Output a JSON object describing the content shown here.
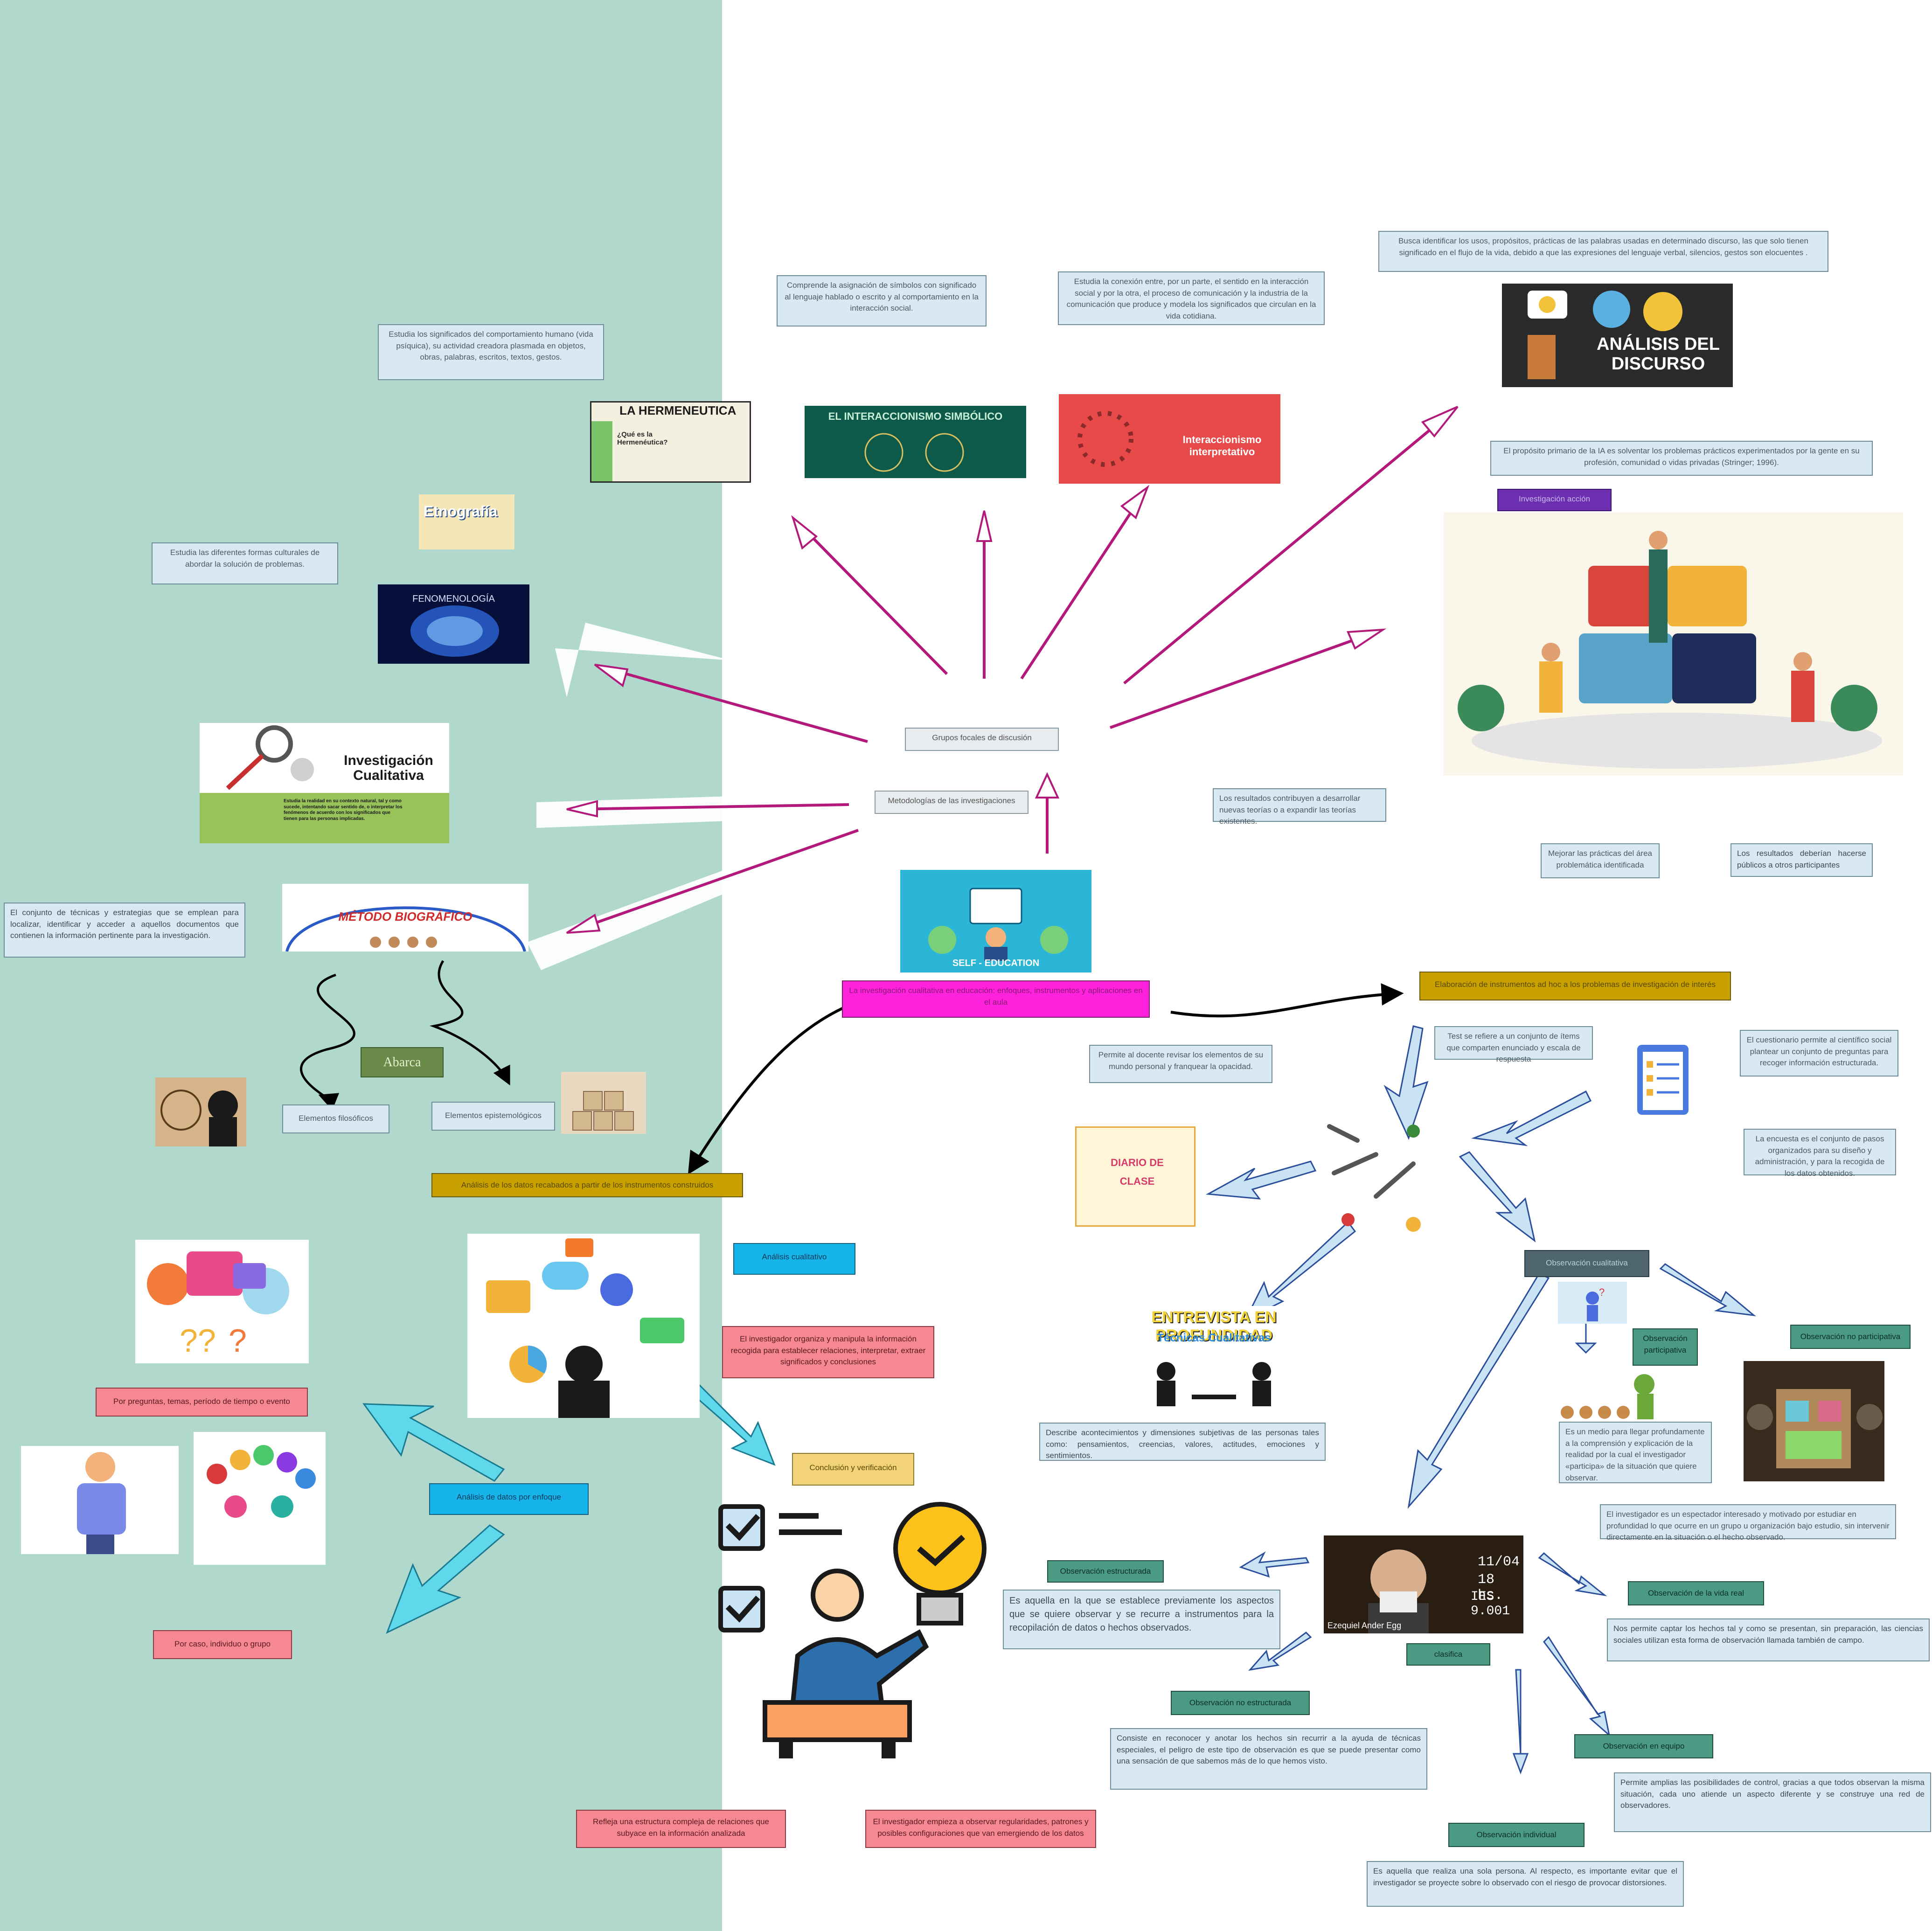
{
  "title": "La investigación cualitativa en educación: enfoques, instrumentos y aplicaciones en el aula",
  "hub": {
    "grupos_focales": "Grupos focales de discusión",
    "metodologias": "Metodologías de las investigaciones",
    "abarca": "Abarca",
    "elementos_filosoficos": "Elementos filosóficos",
    "elementos_epistemologicos": "Elementos epistemológicos",
    "self_education": "SELF - EDUCATION"
  },
  "methods": {
    "hermeneutica_desc": "Estudia los significados del comportamiento humano (vida psíquica), su actividad creadora plasmada en objetos, obras, palabras, escritos, textos, gestos.",
    "hermeneutica_img_title": "LA HERMENEUTICA",
    "hermeneutica_img_sub": "¿Qué es la Hermenéutica?",
    "interaccionismo_simbolico_desc": "Comprende la asignación de símbolos con significado al lenguaje hablado o escrito y al comportamiento en la interacción social.",
    "interaccionismo_simbolico_img": "EL INTERACCIONISMO SIMBÓLICO",
    "interaccionismo_interpretativo_desc": "Estudia la conexión entre, por un parte, el sentido en la interacción social y por la otra, el proceso de comunicación y la industria de la comunicación que produce y modela los significados que circulan en la vida cotidiana.",
    "interaccionismo_interpretativo_img": "Interaccionismo interpretativo",
    "analisis_discurso_desc": "Busca identificar los usos, propósitos, prácticas de las palabras usadas en determinado discurso, las que solo tienen significado en el flujo de la vida, debido a que las expresiones del lenguaje verbal, silencios, gestos son elocuentes .",
    "analisis_discurso_img": "ANÁLISIS DEL DISCURSO",
    "ia_desc": "El propósito primario de la IA es solventar los problemas prácticos experimentados por la gente en su profesión, comunidad o vidas privadas (Stringer; 1996).",
    "investigacion_accion": "Investigación acción",
    "etnografia_img": "Etnografía",
    "etnografia_desc": "Estudia las diferentes formas culturales de abordar la solución de problemas.",
    "fenomenologia_img": "FENOMENOLOGÍA",
    "iq_img_title": "Investigación Cualitativa",
    "iq_img_text": "Estudia la realidad en su contexto natural, tal y como sucede, intentando sacar sentido de, o interpretar los fenómenos de acuerdo con los significados que tienen para las personas implicadas.",
    "metodo_biografico_img": "MÉTODO BIOGRÁFICO",
    "metodologia_desc": "El conjunto de técnicas y estrategias que se emplean para localizar, identificar y acceder a aquellos documentos que contienen la información pertinente para la investigación.",
    "resultados_desc": "Los resultados contribuyen a desarrollar nuevas teorías o a expandir las teorías existentes.",
    "mejorar_practicas": "Mejorar las prácticas del área problemática identificada",
    "resultados_publicos": "Los resultados deberían hacerse públicos a otros participantes"
  },
  "instrumentos": {
    "title": "Elaboración de instrumentos ad hoc a los problemas de investigación de interés",
    "test": "Test se refiere a un conjunto de ítems que comparten enunciado y escala de respuesta",
    "cuestionario": "El cuestionario permite al científico social plantear un conjunto de preguntas para recoger información estructurada.",
    "encuesta": "La encuesta es el conjunto de pasos organizados para su diseño y administración, y para la recogida de los datos obtenidos.",
    "diario_desc": "Permite al docente revisar los elementos de su mundo personal y franquear la opacidad.",
    "diario_img": "DIARIO DE CLASE",
    "entrevista_img": "ENTREVISTA EN PROFUNDIDAD",
    "entrevista_img_sub": "Técnicas Cualitativas",
    "entrevista_desc": "Describe acontecimientos y dimensiones subjetivas de las personas tales como: pensamientos, creencias, valores, actitudes, emociones y sentimientos.",
    "observacion_cualitativa": "Observación cualitativa",
    "observacion_participativa": "Observación participativa",
    "participativa_desc": "Es un medio para llegar profundamente a la comprensión y explicación de la realidad por la cual el investigador «participa» de la situación que quiere observar.",
    "observacion_no_participativa": "Observación no participativa",
    "no_participativa_desc": "El investigador es un espectador interesado y motivado por estudiar en profundidad lo que ocurre en un grupo u organización bajo estudio, sin intervenir directamente en la situación o el hecho observado.",
    "clasifica": "clasifica",
    "egg_date": "11/04",
    "egg_time": "18 hs.",
    "egg_place": "IES 9.001",
    "egg_name": "Ezequiel Ander Egg",
    "obs_estructurada": "Observación estructurada",
    "obs_estructurada_desc": "Es aquella en la que se establece previamente los aspectos que se quiere observar y se recurre a instrumentos para la recopilación de datos o hechos observados.",
    "obs_no_estructurada": "Observación no estructurada",
    "obs_no_estructurada_desc": "Consiste en reconocer y anotar los hechos sin recurrir a la ayuda de técnicas especiales, el peligro de este tipo de observación es que se puede presentar como una sensación de que sabemos más de lo que hemos visto.",
    "obs_vida_real": "Observación de la vida real",
    "obs_vida_real_desc": "Nos permite captar los hechos tal y como se presentan, sin preparación, las ciencias sociales utilizan esta forma de observación llamada también de campo.",
    "obs_equipo": "Observación en equipo",
    "obs_equipo_desc": "Permite amplias las posibilidades de control, gracias a que todos observan la misma situación, cada uno atiende un aspecto diferente y se construye una red de observadores.",
    "obs_individual": "Observación individual",
    "obs_individual_desc": "Es aquella que realiza una sola persona. Al respecto, es importante evitar que el investigador se proyecte sobre lo observado con el riesgo de provocar distorsiones."
  },
  "analisis": {
    "title": "Análisis de los datos recabados a partir de los instrumentos construidos",
    "cualitativo": "Análisis cualitativo",
    "investigador_organiza": "El investigador organiza y manipula la información recogida para establecer relaciones, interpretar, extraer significados y conclusiones",
    "por_enfoque": "Análisis de datos por enfoque",
    "por_preguntas": "Por preguntas, temas, período de tiempo o evento",
    "por_caso": "Por caso, individuo o grupo",
    "conclusion": "Conclusión y verificación",
    "estructura": "Refleja una estructura compleja de relaciones que subyace en la información analizada",
    "regularidades": "El investigador empieza a observar regularidades, patrones y posibles configuraciones que van emergiendo de los datos"
  },
  "colors": {
    "left_band": "#b0d8cc",
    "center_node": "#ff22dd",
    "gold": "#c8a000",
    "pink": "#f68892",
    "cyan": "#17b4ea",
    "teal": "#4a9a84",
    "slate": "#4e6570",
    "purple": "#6c2fb0",
    "light_blue_box": "#d9e9f1"
  }
}
